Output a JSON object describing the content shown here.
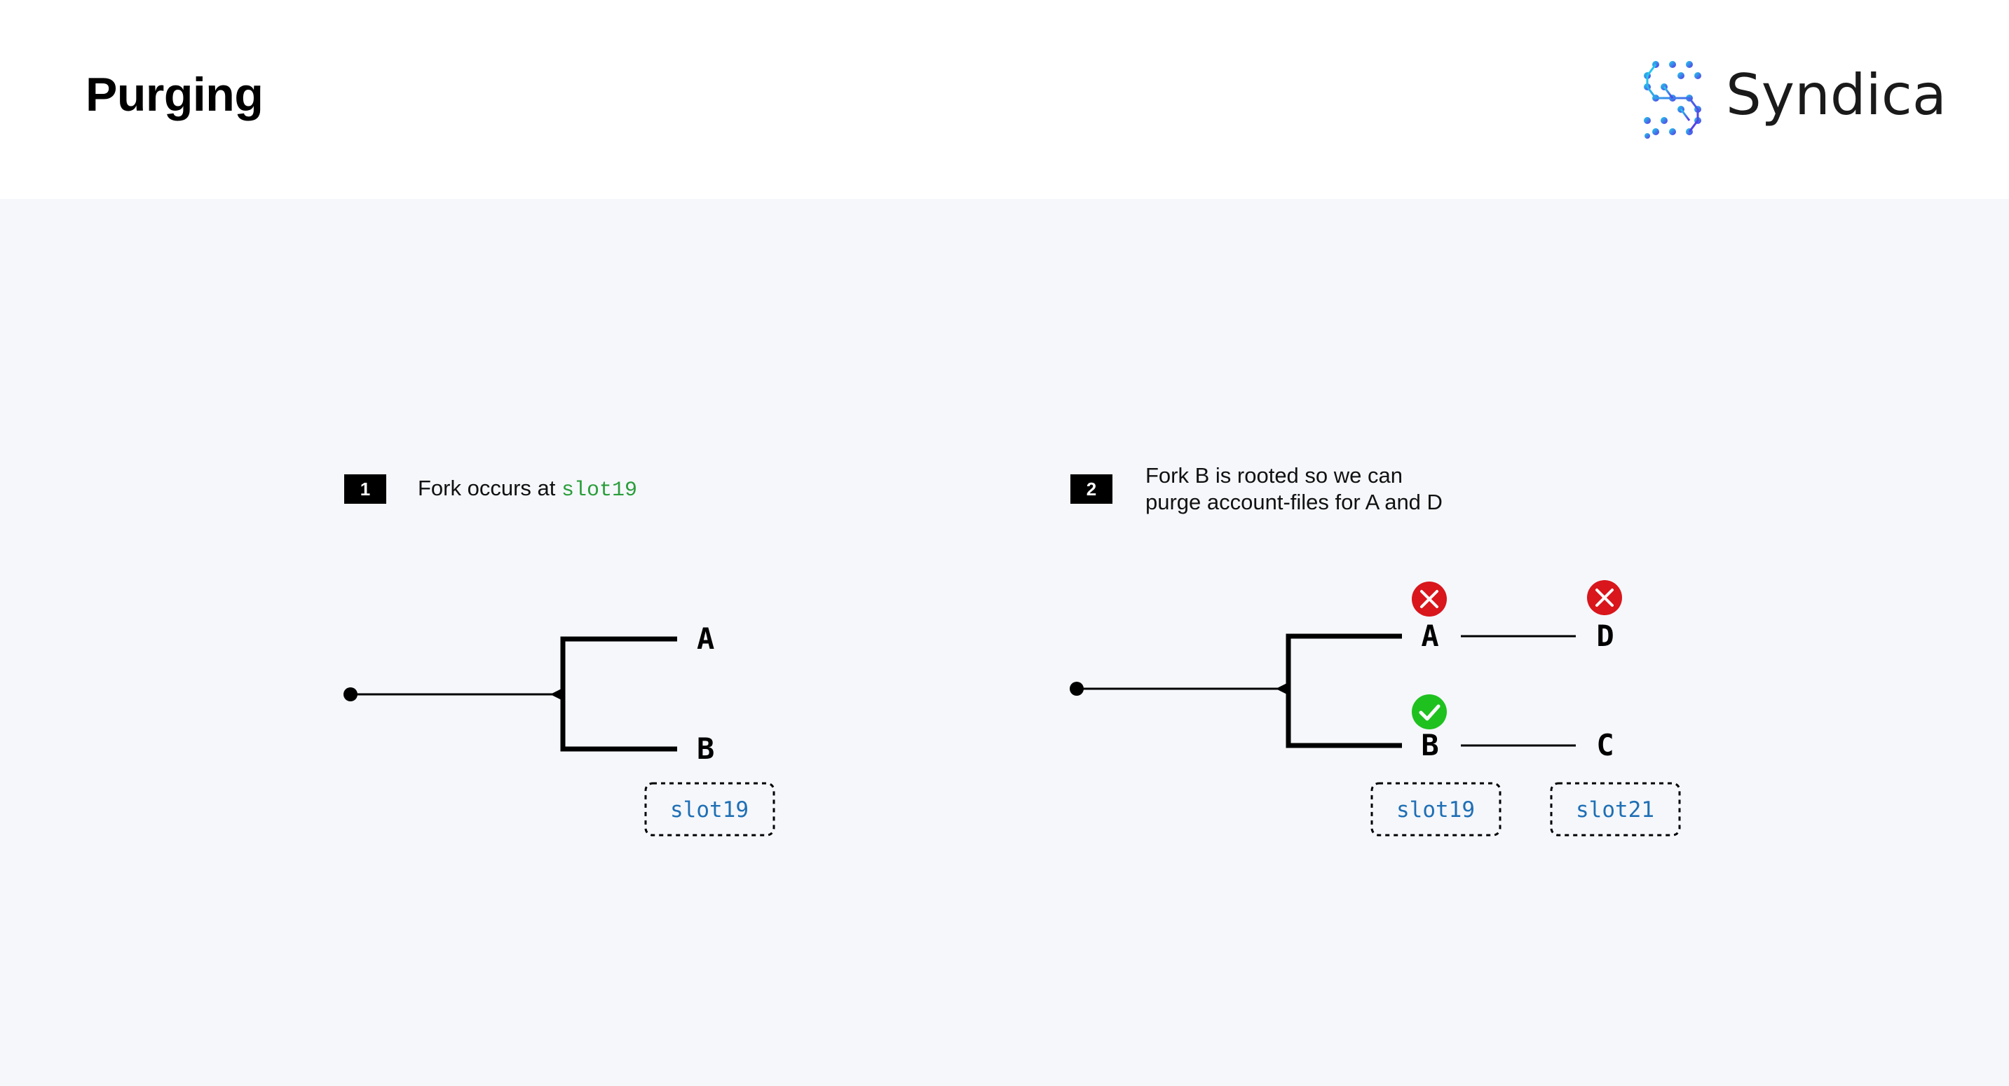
{
  "header": {
    "title": "Purging",
    "brand": {
      "name": "Syndica",
      "logo_icon": "syndica-logo-icon",
      "gradient_colors": [
        "#1fc7e8",
        "#5a3de6"
      ]
    }
  },
  "steps": [
    {
      "number": "1",
      "caption_prefix": "Fork occurs at ",
      "caption_code": "slot19",
      "nodes": [
        "A",
        "B"
      ],
      "slot_tags": [
        "slot19"
      ]
    },
    {
      "number": "2",
      "caption_line1": "Fork B is rooted so we can",
      "caption_line2": "purge account-files for A and D",
      "nodes": [
        "A",
        "D",
        "B",
        "C"
      ],
      "slot_tags": [
        "slot19",
        "slot21"
      ],
      "status": [
        {
          "node": "A",
          "icon": "x-circle-icon",
          "color": "#d8161c"
        },
        {
          "node": "D",
          "icon": "x-circle-icon",
          "color": "#d8161c"
        },
        {
          "node": "B",
          "icon": "check-circle-icon",
          "color": "#1fc11f"
        }
      ]
    }
  ],
  "colors": {
    "code_green": "#2a9d3a",
    "slot_blue": "#1f6fb5",
    "background": "#f5f7fb"
  }
}
